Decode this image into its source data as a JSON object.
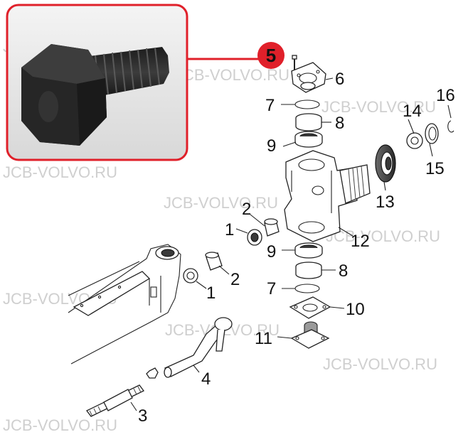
{
  "watermark": "JCB-VOLVO.RU",
  "highlight": {
    "number": "5",
    "color": "#e0202a"
  },
  "part_numbers": {
    "p1a": "1",
    "p1b": "1",
    "p2a": "2",
    "p2b": "2",
    "p3": "3",
    "p4": "4",
    "p6": "6",
    "p7a": "7",
    "p7b": "7",
    "p8a": "8",
    "p8b": "8",
    "p9a": "9",
    "p9b": "9",
    "p10": "10",
    "p11": "11",
    "p12": "12",
    "p13": "13",
    "p14": "14",
    "p15": "15",
    "p16": "16"
  },
  "icons": {
    "photo": "hex-bolt-photo",
    "highlight": "red-circle-badge"
  }
}
